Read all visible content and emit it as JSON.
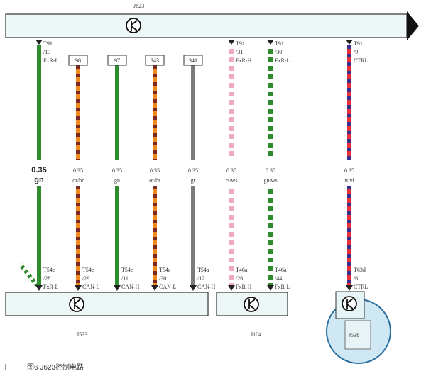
{
  "components": {
    "top_module": "J623",
    "left_module": "J533",
    "mid_module": "J104",
    "right_module": "J538"
  },
  "wires": [
    {
      "top": [
        "T91",
        "/13",
        "FxR-L"
      ],
      "box": "",
      "size": "0.35",
      "color": "gn",
      "bottom": [
        "T54c",
        "/28",
        "FxR-L"
      ],
      "stripes": [
        "#2e8b2e",
        "#2e8b2e"
      ],
      "big": true
    },
    {
      "top": [],
      "box": "98",
      "size": "0.35",
      "color": "or/br",
      "bottom": [
        "T54c",
        "/29",
        "CAN-L"
      ],
      "stripes": [
        "#f08a1e",
        "#7a2a22"
      ]
    },
    {
      "top": [],
      "box": "97",
      "size": "0.35",
      "color": "gn",
      "bottom": [
        "T54c",
        "/11",
        "CAN-H"
      ],
      "stripes": [
        "#2e8b2e",
        "#2e8b2e"
      ]
    },
    {
      "top": [],
      "box": "343",
      "size": "0.35",
      "color": "or/br",
      "bottom": [
        "T54a",
        "/30",
        "CAN-L"
      ],
      "stripes": [
        "#f08a1e",
        "#7a2a22"
      ]
    },
    {
      "top": [],
      "box": "341",
      "size": "0.35",
      "color": "gr",
      "bottom": [
        "T54a",
        "/12",
        "CAN-H"
      ],
      "stripes": [
        "#7b7b7b",
        "#7b7b7b"
      ]
    },
    {
      "top": [
        "T91",
        "/31",
        "FxR-H"
      ],
      "box": "",
      "size": "0.35",
      "color": "rs/ws",
      "bottom": [
        "T46a",
        "/26",
        "FxR-H"
      ],
      "stripes": [
        "#f0a8c8",
        "#ffffff"
      ]
    },
    {
      "top": [
        "T91",
        "/30",
        "FxR-L"
      ],
      "box": "",
      "size": "0.35",
      "color": "gn/ws",
      "bottom": [
        "T46a",
        "/44",
        "FxR-L"
      ],
      "stripes": [
        "#2e8b2e",
        "#ffffff"
      ]
    },
    {
      "top": [
        "T91",
        "/9",
        "CTRL"
      ],
      "box": "",
      "size": "0.35",
      "color": "rt/vi",
      "bottom": [
        "T63d",
        "/6",
        "CTRL"
      ],
      "stripes": [
        "#e8313a",
        "#3a2d8f"
      ]
    }
  ],
  "caption": "图6  J623控制电路",
  "colors": {
    "module_fill": "#eef7f7",
    "module_stroke": "#333333"
  }
}
